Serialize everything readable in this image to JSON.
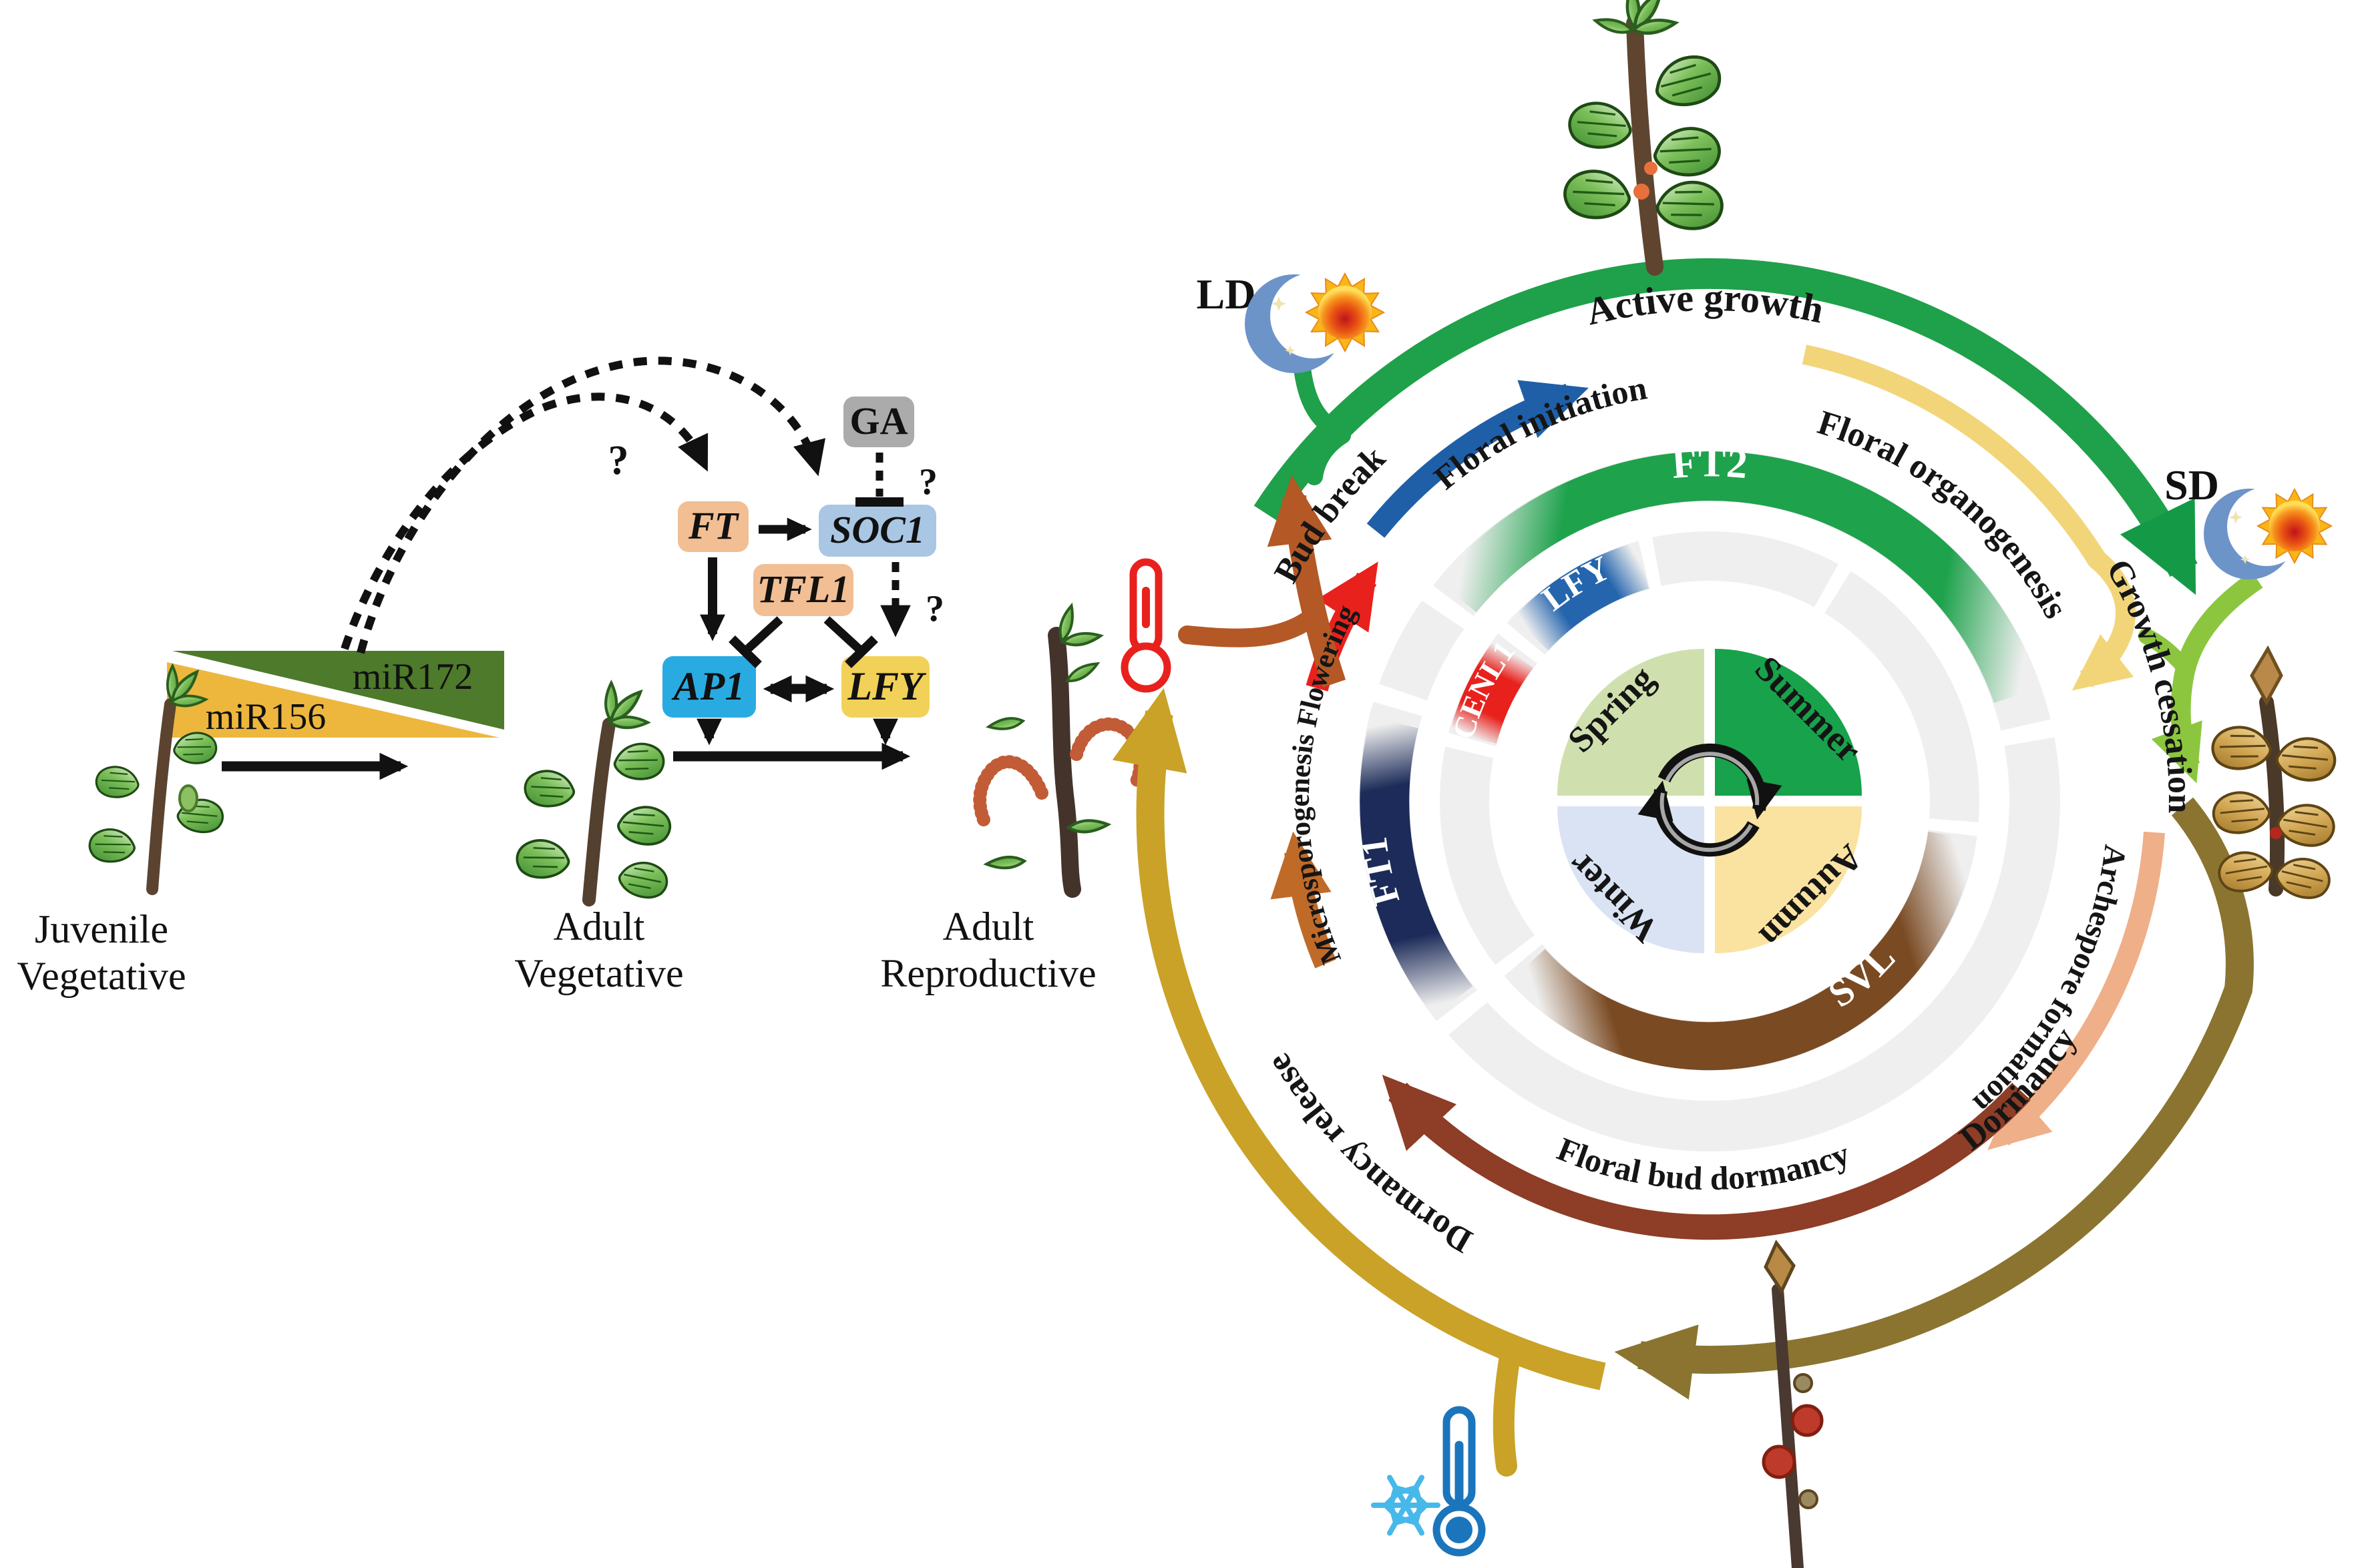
{
  "page": {
    "background": "#FFFFFF"
  },
  "network": {
    "mirna": {
      "mir156": "miR156",
      "mir172": "miR172",
      "mir156_color": "#EDB73E",
      "mir172_color": "#4E7A2B"
    },
    "genes": {
      "ga": "GA",
      "ft": "FT",
      "soc1": "SOC1",
      "tfl1": "TFL1",
      "ap1": "AP1",
      "lfy": "LFY"
    },
    "gene_colors": {
      "ga": "#ABABAB",
      "ft": "#F2BE93",
      "soc1": "#A9C7E3",
      "tfl1": "#F2BE93",
      "ap1": "#29ABE2",
      "lfy": "#F2D158"
    },
    "question_mark": "?",
    "stages": {
      "juvenile": {
        "line1": "Juvenile",
        "line2": "Vegetative"
      },
      "adult_vegetative": {
        "line1": "Adult",
        "line2": "Vegetative"
      },
      "adult_reproductive": {
        "line1": "Adult",
        "line2": "Reproductive"
      }
    }
  },
  "cycle": {
    "photoperiod": {
      "ld": "LD",
      "sd": "SD"
    },
    "seasons": [
      {
        "label": "Spring",
        "color": "#CFE0AE"
      },
      {
        "label": "Summer",
        "color": "#17A24B"
      },
      {
        "label": "Autumn",
        "color": "#FAE2A0"
      },
      {
        "label": "Winter",
        "color": "#DAE3F4"
      }
    ],
    "gene_arcs": [
      {
        "label": "FT2",
        "color": "#1EA24C"
      },
      {
        "label": "LFY",
        "color": "#2565AE"
      },
      {
        "label": "CENL1",
        "color": "#E8211D"
      },
      {
        "label": "FT1",
        "color": "#1C2B59"
      },
      {
        "label": "SVL",
        "color": "#7A4A22"
      }
    ],
    "phases": {
      "active_growth": "Active growth",
      "floral_initiation": "Floral initiation",
      "floral_organogenesis": "Floral organogenesis",
      "growth_cessation": "Growth cessation",
      "archespore_formation": "Archespore formation",
      "dormancy": "Dormancy",
      "floral_bud_dormancy": "Floral bud dormancy",
      "dormancy_release": "Dormancy release",
      "microsporogenesis_flowering": "Microsporogenesis Flowering",
      "bud_break": "Bud break"
    },
    "phase_colors": {
      "active_growth": "#1FA04A",
      "floral_initiation": "#1F5FA8",
      "floral_organogenesis": "#F2D579",
      "growth_cessation": "#8CC63F",
      "archespore_formation": "#EFAF88",
      "dormancy": "#8A7430",
      "floral_bud_dormancy": "#8E3D26",
      "dormancy_release": "#C9A227",
      "flowering": "#E8211D",
      "microsporogenesis": "#C06A28",
      "bud_break": "#B45826"
    },
    "icon_colors": {
      "warm_thermometer": "#E8211D",
      "cold_thermometer": "#1B75BC",
      "snowflake": "#47B8EA",
      "sun": "#F9B616",
      "moon": "#6C94C8"
    }
  }
}
